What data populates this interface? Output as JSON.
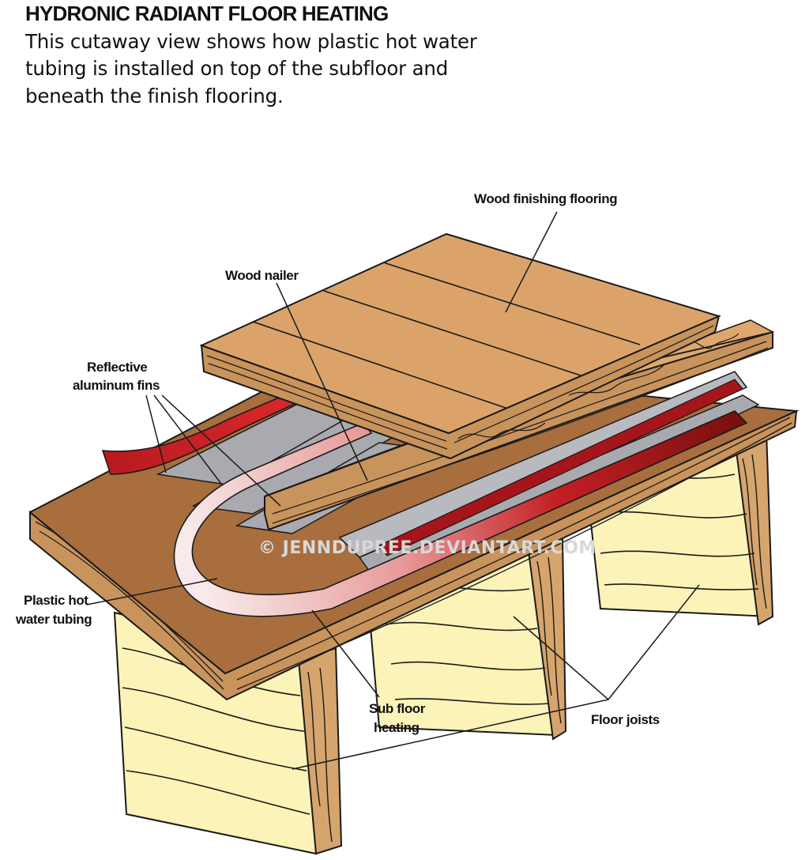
{
  "header": {
    "title": "HYDRONIC RADIANT FLOOR HEATING",
    "description": "This cutaway view shows how plastic hot water tubing is installed on top of the subfloor and beneath the finish flooring."
  },
  "labels": {
    "wood_finishing_flooring": "Wood finishing flooring",
    "wood_nailer": "Wood nailer",
    "reflective_fins_line1": "Reflective",
    "reflective_fins_line2": "aluminum fins",
    "plastic_tubing_line1": "Plastic hot",
    "plastic_tubing_line2": "water tubing",
    "sub_floor_line1": "Sub floor",
    "sub_floor_line2": "heating",
    "floor_joists": "Floor joists"
  },
  "watermark": "© JENNDUPREE.DEVIANTART.COM",
  "colors": {
    "subfloor": "#a86e3e",
    "subfloor_edge": "#c9935c",
    "joist": "#fbf3b8",
    "joist_end": "#d6a56d",
    "finish_floor": "#dba36a",
    "nailer": "#dea76e",
    "tubing_red": "#c41f24",
    "tubing_pale": "#f6dcdc",
    "fin_metal": "#c6c6cc",
    "outline": "#1a1a1a"
  }
}
